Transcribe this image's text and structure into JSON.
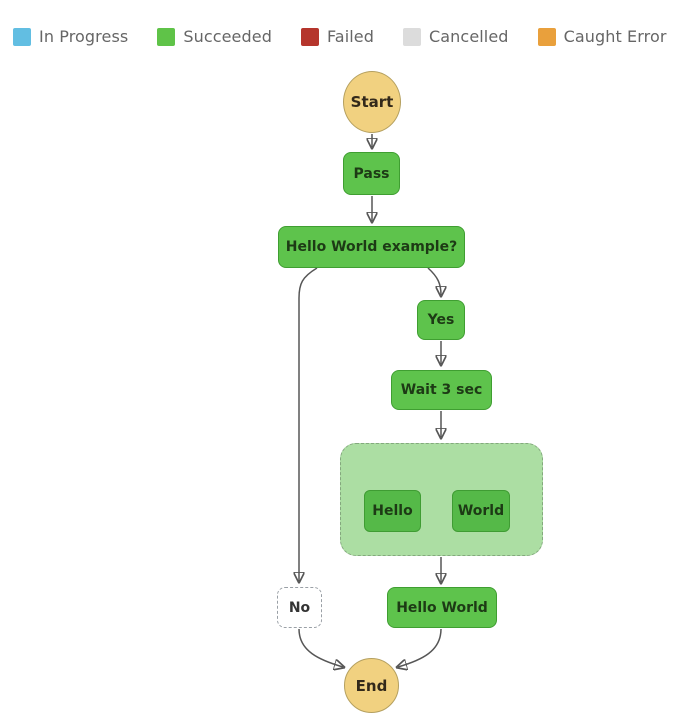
{
  "legend": {
    "items": [
      {
        "label": "In Progress",
        "color": "#62bee2"
      },
      {
        "label": "Succeeded",
        "color": "#5fc348"
      },
      {
        "label": "Failed",
        "color": "#b5352c"
      },
      {
        "label": "Cancelled",
        "color": "#dcdcdc"
      },
      {
        "label": "Caught Error",
        "color": "#e9a03c"
      }
    ]
  },
  "graph": {
    "nodes": {
      "start": {
        "label": "Start"
      },
      "pass": {
        "label": "Pass"
      },
      "choice": {
        "label": "Hello World example?"
      },
      "yes": {
        "label": "Yes"
      },
      "wait": {
        "label": "Wait 3 sec"
      },
      "hello": {
        "label": "Hello"
      },
      "world": {
        "label": "World"
      },
      "hello_world": {
        "label": "Hello World"
      },
      "no": {
        "label": "No"
      },
      "end": {
        "label": "End"
      }
    }
  }
}
